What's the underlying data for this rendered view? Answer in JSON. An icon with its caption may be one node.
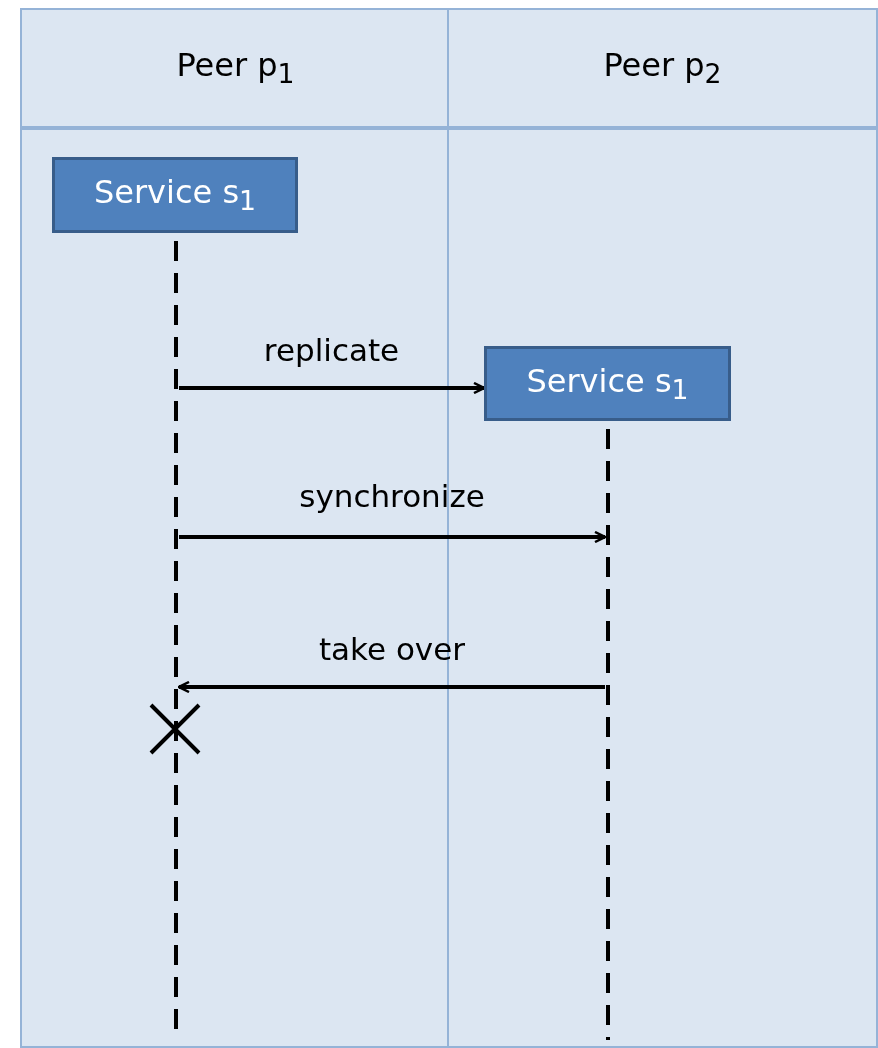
{
  "diagram": {
    "nodes": [
      {
        "text": [
          "Peer p$_{1}$"
        ]
      },
      {
        "text": [
          "Peer p$_{2}$"
        ]
      },
      {
        "text": [
          "Service s$_{1}$"
        ],
        "in": 0
      },
      {
        "text": [
          "Service s$_{1}$"
        ],
        "in": 1
      },
      {
        "text": [],
        "shape": "line",
        "in": 0
      },
      {
        "text": [],
        "shape": "line",
        "in": 1
      }
    ],
    "edges": [
      {
        "from": 4,
        "to": 3,
        "arrow": "to",
        "label": "replicate"
      },
      {
        "from": 4,
        "to": 5,
        "arrow": "to",
        "label": "synchronize"
      },
      {
        "from": 5,
        "to": 4,
        "arrow": "to",
        "label": "take over"
      }
    ]
  }
}
